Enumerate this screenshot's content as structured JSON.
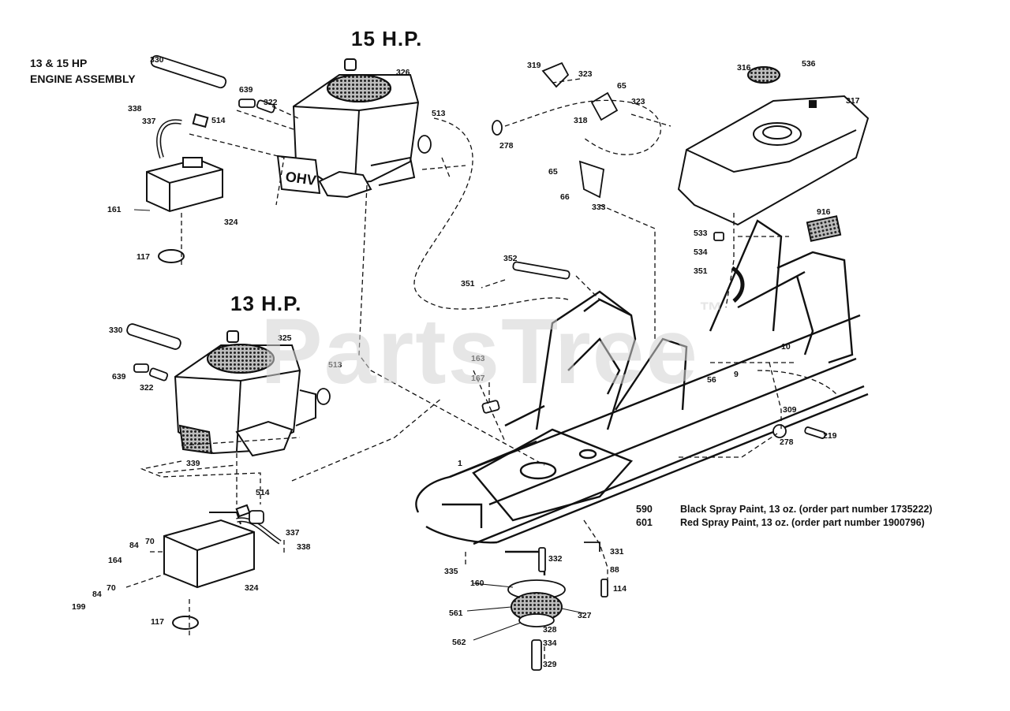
{
  "titles": {
    "hp15": "15 H.P.",
    "hp13": "13 H.P.",
    "assembly_line1": "13 & 15 HP",
    "assembly_line2": "ENGINE ASSEMBLY"
  },
  "watermark": {
    "text": "PartsTree",
    "mark": "™"
  },
  "paint_notes": [
    {
      "number": "590",
      "text": "Black Spray Paint, 13 oz. (order part number 1735222)"
    },
    {
      "number": "601",
      "text": "Red Spray Paint, 13 oz. (order part number 1900796)"
    }
  ],
  "part_labels": {
    "p330_a": "330",
    "p639_a": "639",
    "p322_a": "322",
    "p326_a": "326",
    "p513_a": "513",
    "p338_a": "338",
    "p337_a": "337",
    "p514_a": "514",
    "p161_a": "161",
    "p324_a": "324",
    "p117_a": "117",
    "p319": "319",
    "p323_a": "323",
    "p65_a": "65",
    "p323_b": "323",
    "p318": "318",
    "p278_a": "278",
    "p65_b": "65",
    "p66": "66",
    "p333": "333",
    "p316": "316",
    "p536": "536",
    "p317": "317",
    "p916": "916",
    "p533": "533",
    "p534": "534",
    "p351_a": "351",
    "p352": "352",
    "p351_b": "351",
    "p330_b": "330",
    "p325": "325",
    "p639_b": "639",
    "p322_b": "322",
    "p513_b": "513",
    "p163": "163",
    "p167": "167",
    "p56": "56",
    "p9": "9",
    "p10": "10",
    "p309": "309",
    "p278_b": "278",
    "p219": "219",
    "p339": "339",
    "p1": "1",
    "p514_b": "514",
    "p337_b": "337",
    "p338_b": "338",
    "p84_a": "84",
    "p70_a": "70",
    "p164": "164",
    "p84_b": "84",
    "p70_b": "70",
    "p199": "199",
    "p324_b": "324",
    "p117_b": "117",
    "p335": "335",
    "p332": "332",
    "p331": "331",
    "p88": "88",
    "p114": "114",
    "p160": "160",
    "p561": "561",
    "p327": "327",
    "p562": "562",
    "p328": "328",
    "p334": "334",
    "p329": "329"
  }
}
